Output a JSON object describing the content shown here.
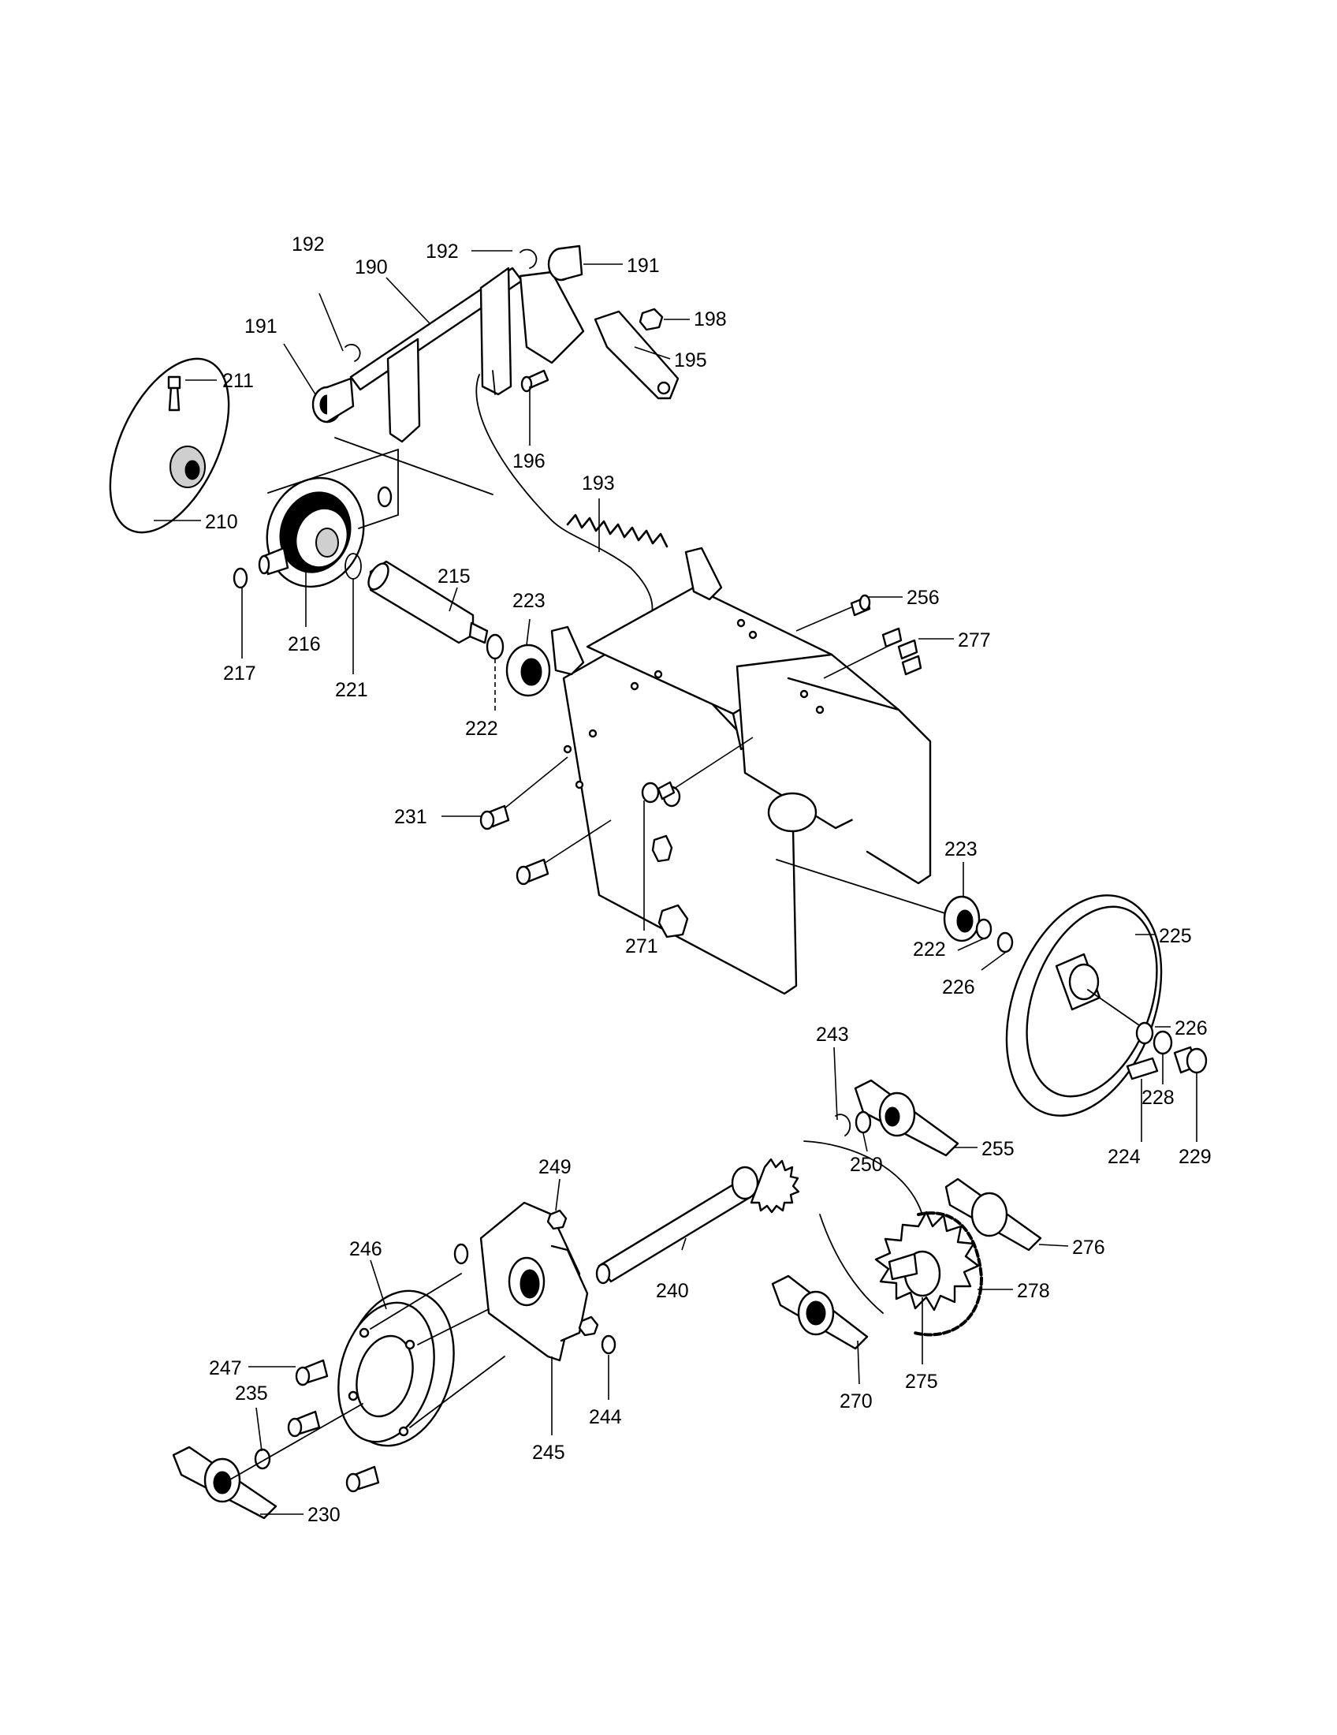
{
  "callouts": [
    {
      "id": "c192a",
      "text": "192"
    },
    {
      "id": "c191a",
      "text": "191"
    },
    {
      "id": "c192b",
      "text": "192"
    },
    {
      "id": "c190",
      "text": "190"
    },
    {
      "id": "c198",
      "text": "198"
    },
    {
      "id": "c191b",
      "text": "191"
    },
    {
      "id": "c195",
      "text": "195"
    },
    {
      "id": "c211",
      "text": "211"
    },
    {
      "id": "c196",
      "text": "196"
    },
    {
      "id": "c193",
      "text": "193"
    },
    {
      "id": "c210",
      "text": "210"
    },
    {
      "id": "c215",
      "text": "215"
    },
    {
      "id": "c256",
      "text": "256"
    },
    {
      "id": "c223a",
      "text": "223"
    },
    {
      "id": "c277",
      "text": "277"
    },
    {
      "id": "c216",
      "text": "216"
    },
    {
      "id": "c217",
      "text": "217"
    },
    {
      "id": "c221",
      "text": "221"
    },
    {
      "id": "c222a",
      "text": "222"
    },
    {
      "id": "c231",
      "text": "231"
    },
    {
      "id": "c223b",
      "text": "223"
    },
    {
      "id": "c225",
      "text": "225"
    },
    {
      "id": "c271",
      "text": "271"
    },
    {
      "id": "c222b",
      "text": "222"
    },
    {
      "id": "c226a",
      "text": "226"
    },
    {
      "id": "c226b",
      "text": "226"
    },
    {
      "id": "c243",
      "text": "243"
    },
    {
      "id": "c255",
      "text": "255"
    },
    {
      "id": "c228",
      "text": "228"
    },
    {
      "id": "c250",
      "text": "250"
    },
    {
      "id": "c224",
      "text": "224"
    },
    {
      "id": "c229",
      "text": "229"
    },
    {
      "id": "c249",
      "text": "249"
    },
    {
      "id": "c276",
      "text": "276"
    },
    {
      "id": "c246",
      "text": "246"
    },
    {
      "id": "c240",
      "text": "240"
    },
    {
      "id": "c278",
      "text": "278"
    },
    {
      "id": "c247",
      "text": "247"
    },
    {
      "id": "c244",
      "text": "244"
    },
    {
      "id": "c270",
      "text": "270"
    },
    {
      "id": "c275",
      "text": "275"
    },
    {
      "id": "c235",
      "text": "235"
    },
    {
      "id": "c245",
      "text": "245"
    },
    {
      "id": "c230",
      "text": "230"
    }
  ]
}
